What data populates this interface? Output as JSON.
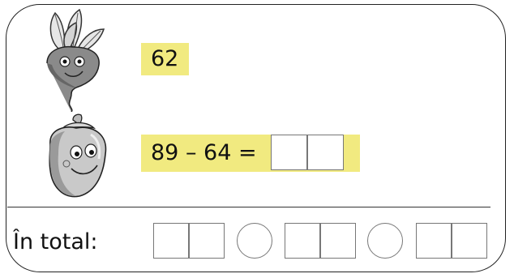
{
  "row1": {
    "value": "62"
  },
  "row2": {
    "expression": "89 – 64 ="
  },
  "total": {
    "label": "În total:"
  },
  "colors": {
    "highlight": "#f1ea80",
    "border": "#222222",
    "box_border": "#777777"
  },
  "icons": [
    "beet-icon",
    "pepper-icon"
  ]
}
